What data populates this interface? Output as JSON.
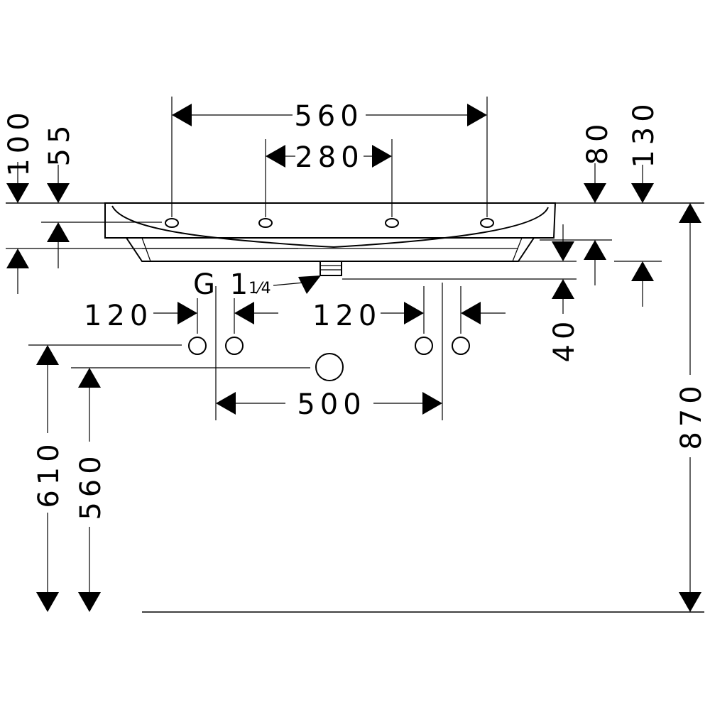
{
  "dimensions": {
    "top_width": "560",
    "top_inner": "280",
    "left_100": "100",
    "left_55": "55",
    "right_80": "80",
    "right_130": "130",
    "thread_main": "G 1",
    "thread_frac": "1⁄4",
    "left_120": "120",
    "right_120": "120",
    "right_40": "40",
    "center_500": "500",
    "height_610": "610",
    "height_560": "560",
    "height_870": "870"
  }
}
